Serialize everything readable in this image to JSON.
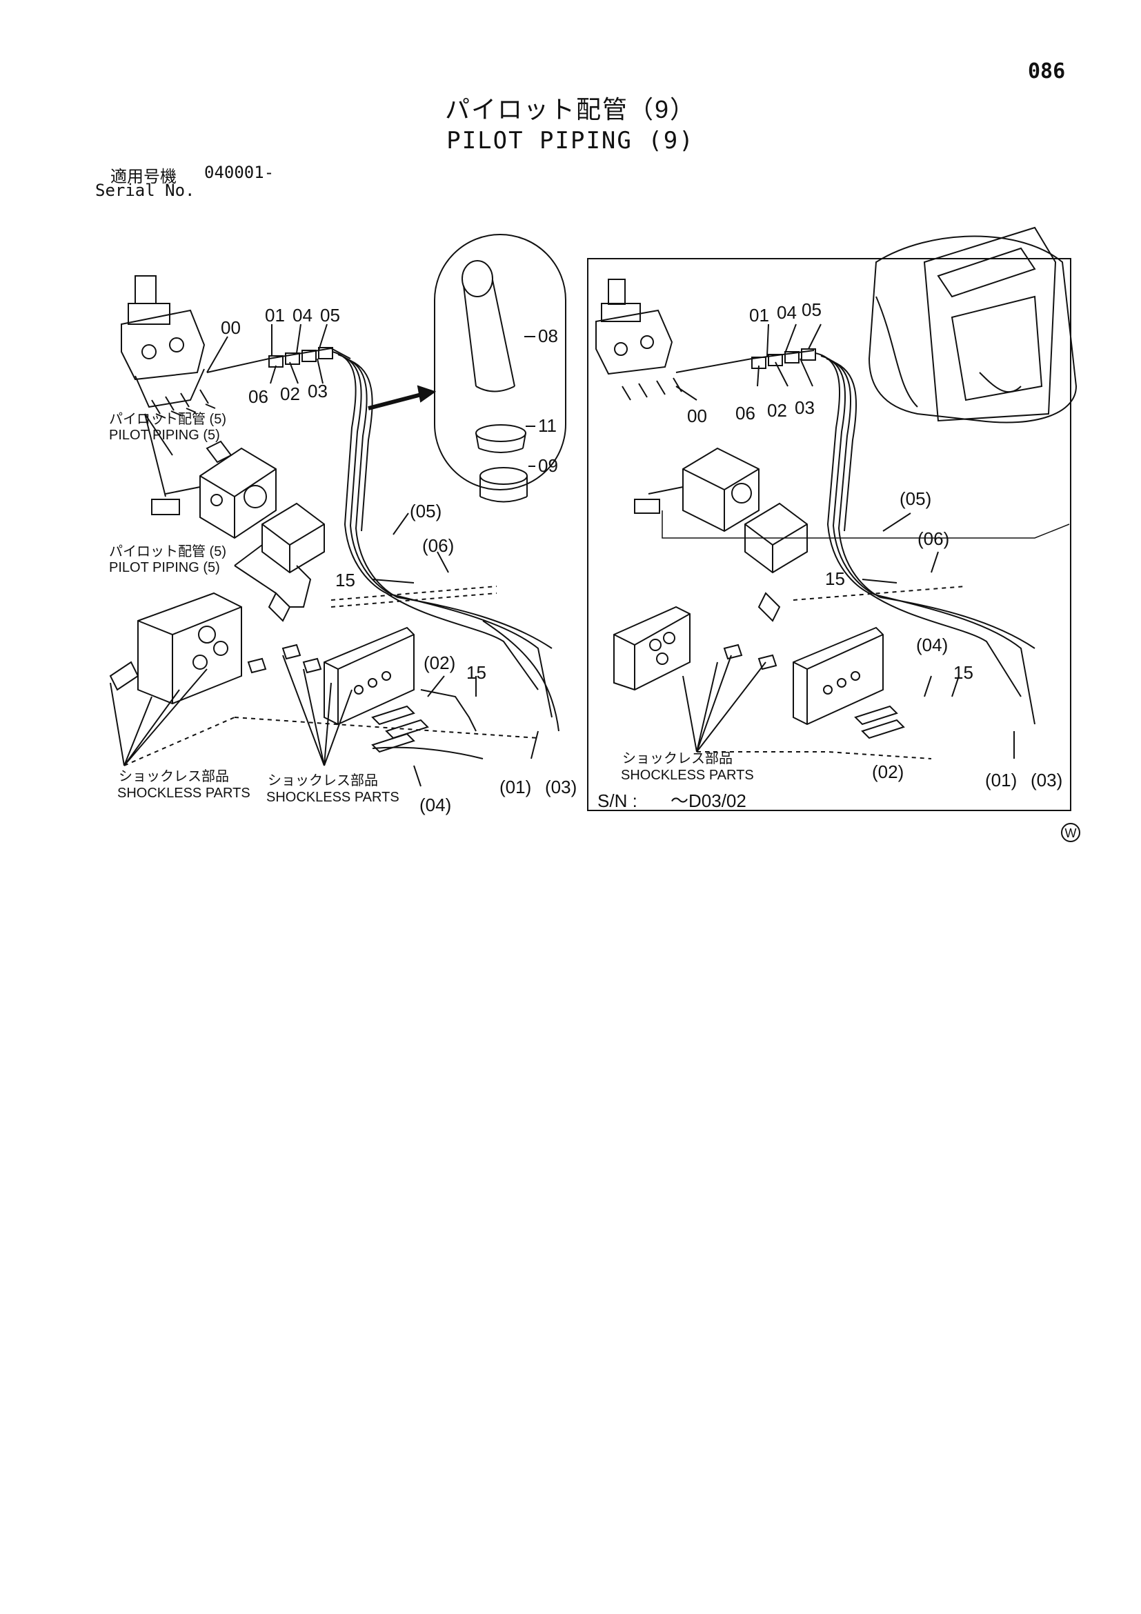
{
  "page_number": "086",
  "title_jp": "パイロット配管（9）",
  "title_en": "PILOT PIPING (9)",
  "serial": {
    "label_jp": "適用号機",
    "label_en": "Serial No.",
    "value": "040001-"
  },
  "left_panel": {
    "callouts_top": [
      "00",
      "01",
      "04",
      "05",
      "06",
      "02",
      "03"
    ],
    "callouts_detail": [
      "08",
      "11",
      "09"
    ],
    "ref_pilot_1": {
      "jp": "パイロット配管 (5)",
      "en": "PILOT PIPING (5)"
    },
    "ref_pilot_2": {
      "jp": "パイロット配管 (5)",
      "en": "PILOT PIPING (5)"
    },
    "callouts_mid": [
      "(05)",
      "(06)",
      "15",
      "(02)",
      "15"
    ],
    "shockless_1": {
      "jp": "ショックレス部品",
      "en": "SHOCKLESS PARTS"
    },
    "shockless_2": {
      "jp": "ショックレス部品",
      "en": "SHOCKLESS PARTS"
    },
    "callouts_bottom": [
      "(04)",
      "(01)",
      "(03)"
    ]
  },
  "right_panel": {
    "callouts_top": [
      "01",
      "04",
      "05",
      "00",
      "06",
      "02",
      "03"
    ],
    "callouts_mid": [
      "(05)",
      "(06)",
      "15",
      "(04)",
      "15"
    ],
    "shockless": {
      "jp": "ショックレス部品",
      "en": "SHOCKLESS PARTS"
    },
    "callouts_bottom": [
      "(02)",
      "(01)",
      "(03)"
    ],
    "sn_label": "S/N :",
    "sn_value": "～D03/02"
  },
  "w_mark": "W"
}
